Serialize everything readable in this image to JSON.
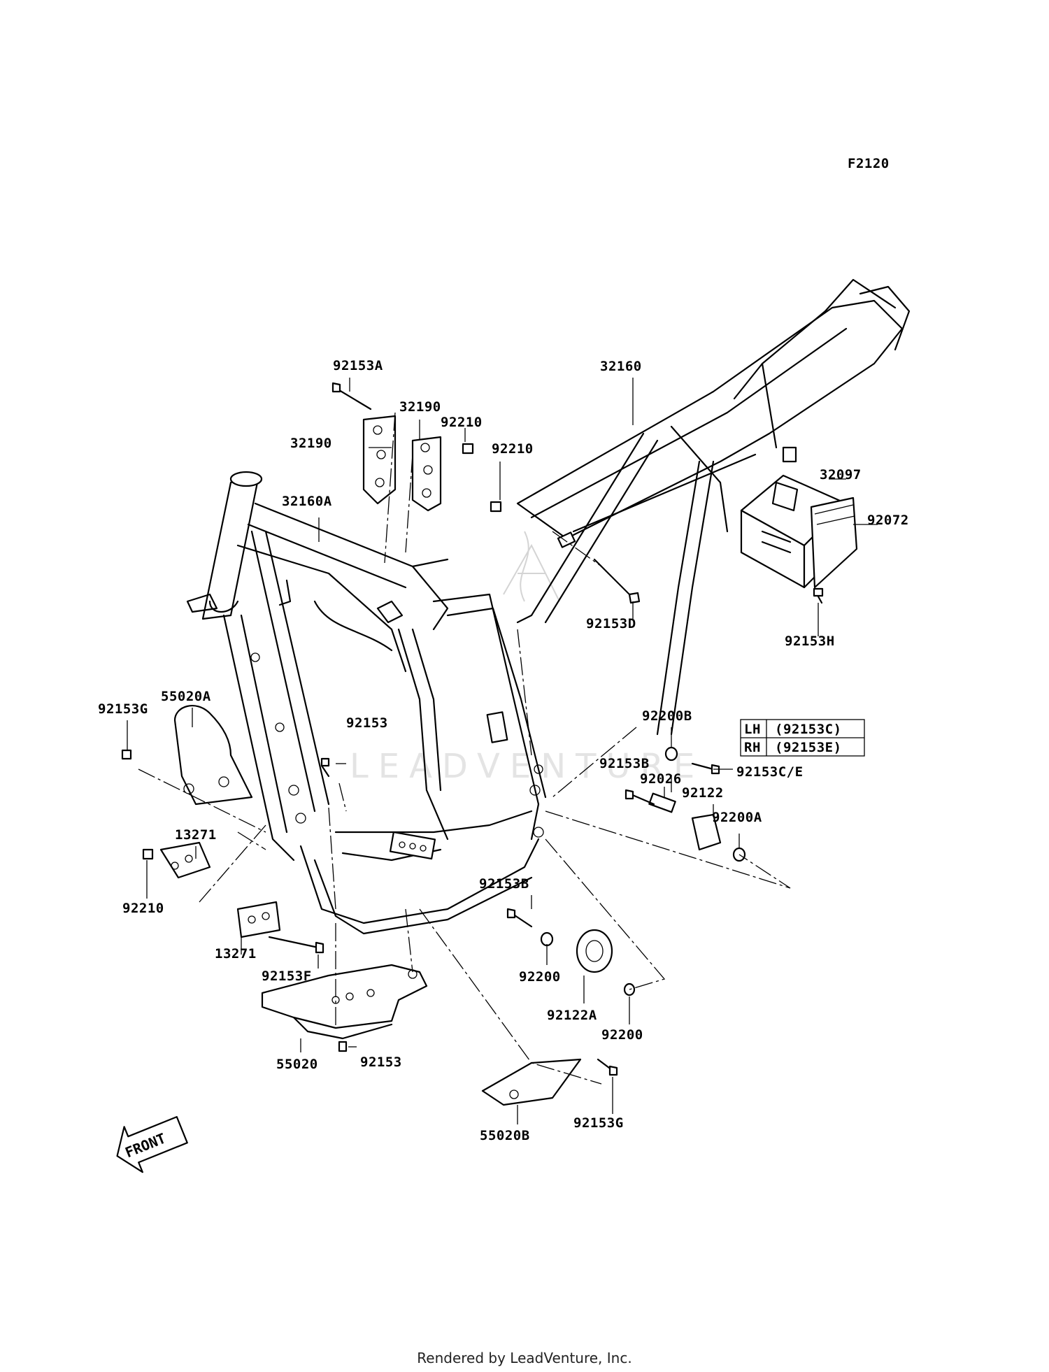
{
  "figure_code": "F2120",
  "table": {
    "rows": [
      {
        "side": "LH",
        "part": "(92153C)"
      },
      {
        "side": "RH",
        "part": "(92153E)"
      }
    ]
  },
  "callouts": [
    {
      "id": "c01",
      "text": "92153A"
    },
    {
      "id": "c02",
      "text": "32190"
    },
    {
      "id": "c03",
      "text": "32190"
    },
    {
      "id": "c04",
      "text": "92210"
    },
    {
      "id": "c05",
      "text": "92210"
    },
    {
      "id": "c06",
      "text": "32160"
    },
    {
      "id": "c07",
      "text": "32097"
    },
    {
      "id": "c08",
      "text": "92072"
    },
    {
      "id": "c09",
      "text": "32160A"
    },
    {
      "id": "c10",
      "text": "92153D"
    },
    {
      "id": "c11",
      "text": "92153H"
    },
    {
      "id": "c12",
      "text": "55020A"
    },
    {
      "id": "c13",
      "text": "92153G"
    },
    {
      "id": "c14",
      "text": "92153"
    },
    {
      "id": "c15",
      "text": "92200B"
    },
    {
      "id": "c16",
      "text": "92153B"
    },
    {
      "id": "c17",
      "text": "92153C/E"
    },
    {
      "id": "c18",
      "text": "92026"
    },
    {
      "id": "c19",
      "text": "92122"
    },
    {
      "id": "c20",
      "text": "92200A"
    },
    {
      "id": "c21",
      "text": "13271"
    },
    {
      "id": "c22",
      "text": "92210"
    },
    {
      "id": "c23",
      "text": "92153B"
    },
    {
      "id": "c24",
      "text": "13271"
    },
    {
      "id": "c25",
      "text": "92153F"
    },
    {
      "id": "c26",
      "text": "92200"
    },
    {
      "id": "c27",
      "text": "92122A"
    },
    {
      "id": "c28",
      "text": "92200"
    },
    {
      "id": "c29",
      "text": "55020"
    },
    {
      "id": "c30",
      "text": "92153"
    },
    {
      "id": "c31",
      "text": "55020B"
    },
    {
      "id": "c32",
      "text": "92153G"
    }
  ],
  "front_arrow_text": "FRONT",
  "watermark_text": "LEADVENTURE",
  "footer_text": "Rendered by LeadVenture, Inc."
}
